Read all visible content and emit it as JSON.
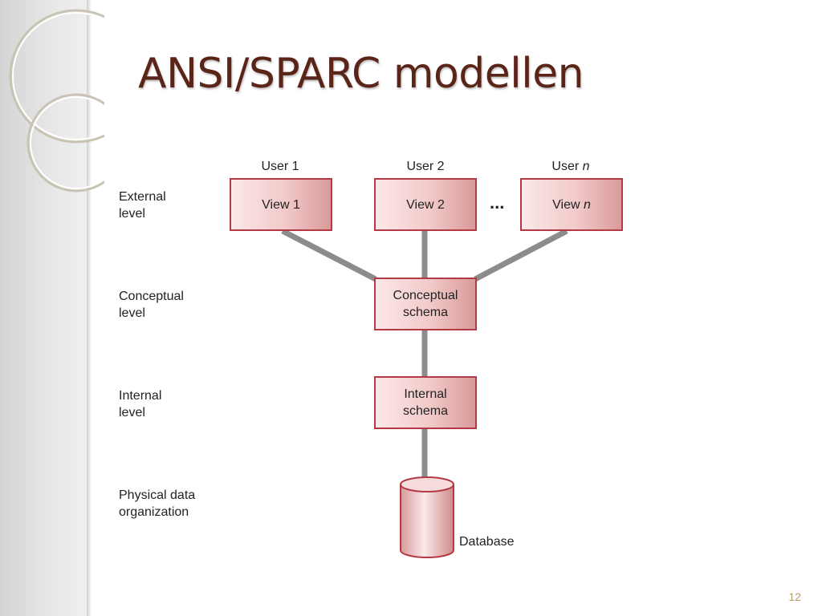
{
  "slide": {
    "title": "ANSI/SPARC modellen",
    "page_number": "12"
  },
  "levels": {
    "external": [
      "External",
      "level"
    ],
    "conceptual": [
      "Conceptual",
      "level"
    ],
    "internal": [
      "Internal",
      "level"
    ],
    "physical": [
      "Physical data",
      "organization"
    ]
  },
  "users": {
    "user1": "User 1",
    "user2": "User 2",
    "usern_prefix": "User ",
    "usern_var": "n"
  },
  "views": {
    "view1": "View 1",
    "view2": "View 2",
    "viewn_prefix": "View ",
    "viewn_var": "n",
    "ellipsis": "..."
  },
  "schemas": {
    "conceptual": [
      "Conceptual",
      "schema"
    ],
    "internal": [
      "Internal",
      "schema"
    ]
  },
  "database": {
    "label": "Database"
  },
  "colors": {
    "title": "#5a2418",
    "box_border": "#b33a44",
    "connector": "#8c8c8c",
    "page_number": "#b59a6a"
  }
}
